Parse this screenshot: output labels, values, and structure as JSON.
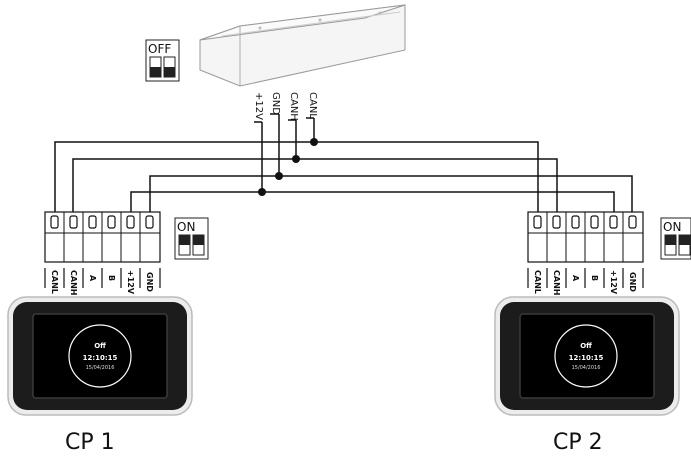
{
  "colors": {
    "wire": "#111111",
    "panel_frame": "#222222",
    "panel_screen": "#000000",
    "device_body": "#f4f4f4"
  },
  "power_unit": {
    "dip_switch_label": "OFF",
    "wire_labels": [
      "+12V",
      "GND",
      "CANH",
      "CANL"
    ]
  },
  "panels": [
    {
      "label": "CP 1",
      "dip_switch_label": "ON",
      "terminal_labels": [
        "CANL",
        "CANH",
        "A",
        "B",
        "+12V",
        "GND"
      ],
      "screen": {
        "mode": "Off",
        "time": "12:10:15",
        "date": "15/04/2016"
      }
    },
    {
      "label": "CP 2",
      "dip_switch_label": "ON",
      "terminal_labels": [
        "CANL",
        "CANH",
        "A",
        "B",
        "+12V",
        "GND"
      ],
      "screen": {
        "mode": "Off",
        "time": "12:10:15",
        "date": "15/04/2016"
      }
    }
  ]
}
